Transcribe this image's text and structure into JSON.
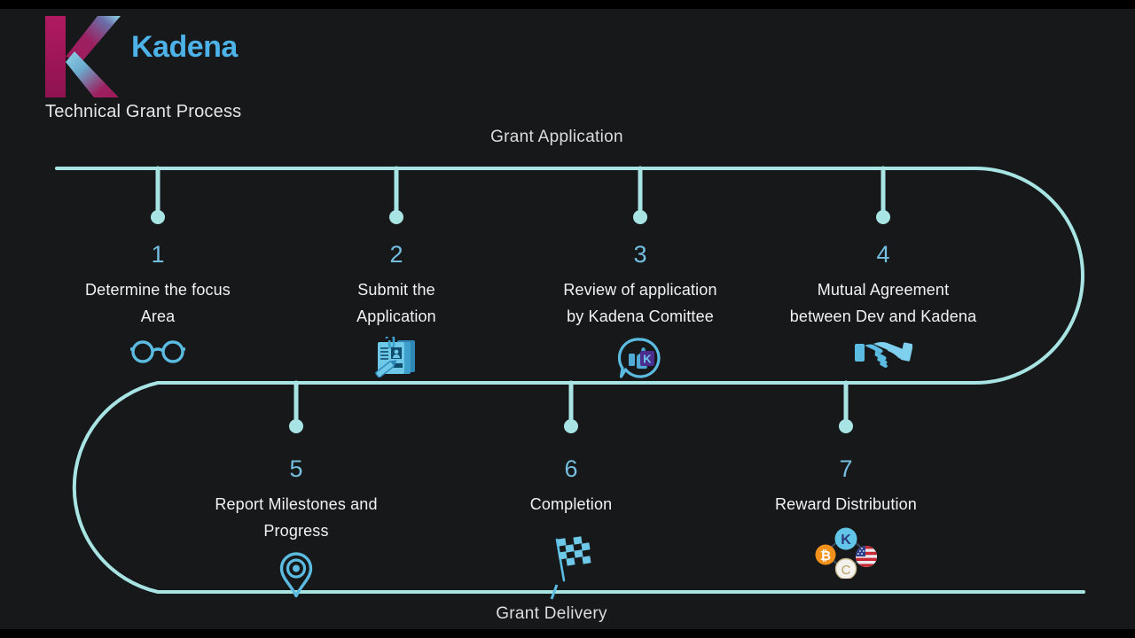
{
  "brand": {
    "name": "Kadena",
    "subtitle": "Technical Grant Process",
    "logo_icon": "kadena-k-logo",
    "brand_color": "#4db2e8",
    "logo_gradient_from": "#a41d5e",
    "logo_gradient_to": "#8fd6e8"
  },
  "theme": {
    "background": "#17181a",
    "track_color": "#a8e4e4",
    "number_color": "#74bfe0",
    "icon_color": "#5bbbe0",
    "text_color": "#f2f2f2"
  },
  "tracks": {
    "top_label": "Grant Application",
    "bottom_label": "Grant Delivery"
  },
  "steps": [
    {
      "number": "1",
      "label": "Determine the focus\nArea",
      "icon": "eyeglasses-icon",
      "row": "top"
    },
    {
      "number": "2",
      "label": "Submit the\nApplication",
      "icon": "application-document-icon",
      "row": "top"
    },
    {
      "number": "3",
      "label": "Review of application\nby Kadena Comittee",
      "icon": "thumbs-up-speech-bubble-icon",
      "row": "top"
    },
    {
      "number": "4",
      "label": "Mutual Agreement\nbetween Dev and Kadena",
      "icon": "handshake-icon",
      "row": "top"
    },
    {
      "number": "5",
      "label": "Report Milestones and\nProgress",
      "icon": "location-pin-icon",
      "row": "bottom"
    },
    {
      "number": "6",
      "label": "Completion",
      "icon": "checkered-flag-icon",
      "row": "bottom"
    },
    {
      "number": "7",
      "label": "Reward Distribution",
      "icon": "coins-reward-icon",
      "row": "bottom"
    }
  ]
}
